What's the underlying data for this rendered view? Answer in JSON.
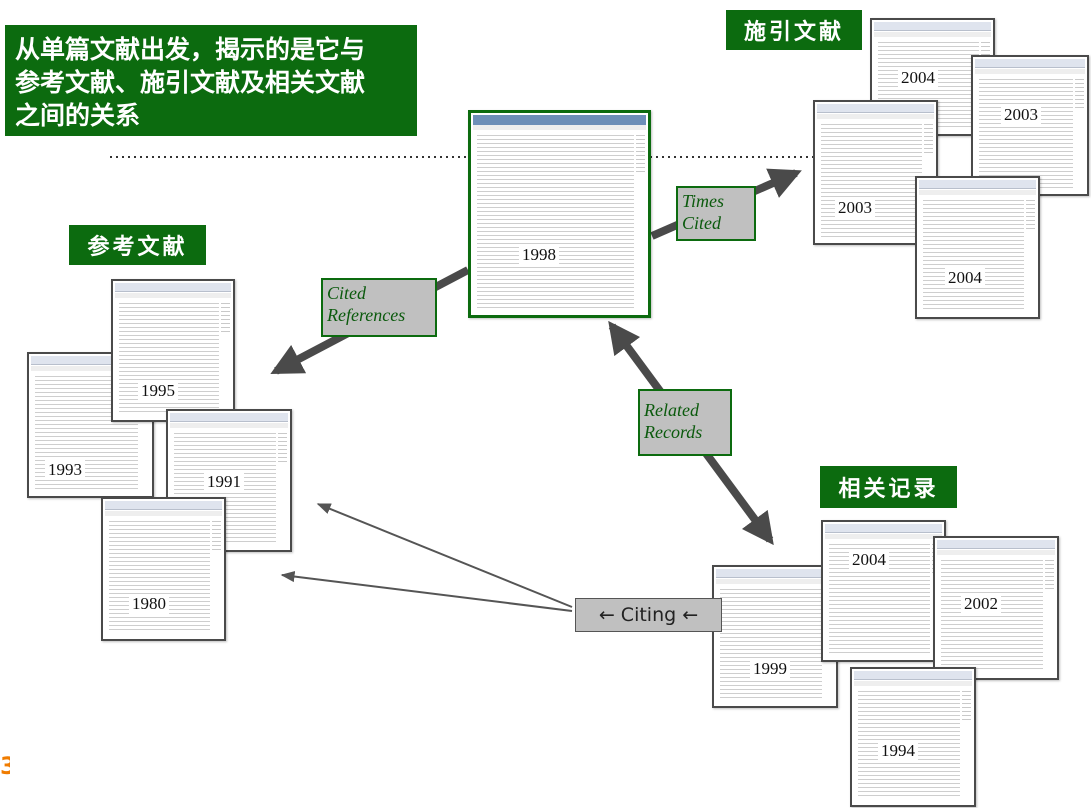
{
  "header": {
    "lines": [
      "从单篇文献出发，揭示的是它与",
      "参考文献、施引文献及相关文献",
      "之间的关系"
    ]
  },
  "tags": {
    "citing_docs": "施引文献",
    "references": "参考文献",
    "related": "相关记录"
  },
  "labels": {
    "times_cited": [
      "Times",
      "Cited"
    ],
    "cited_references": [
      "Cited",
      "References"
    ],
    "related_records": [
      "Related",
      "Records"
    ],
    "citing": "← Citing ←"
  },
  "documents": {
    "main": "1998",
    "times_cited": [
      "2004",
      "2003",
      "2003",
      "2004"
    ],
    "references": [
      "1995",
      "1993",
      "1991",
      "1980"
    ],
    "related": [
      "2004",
      "2002",
      "1999",
      "1994"
    ]
  },
  "colors": {
    "brand_green": "#0c6b0f",
    "label_gray": "#c0c0c0",
    "arrow_gray": "#4a4a4a"
  }
}
